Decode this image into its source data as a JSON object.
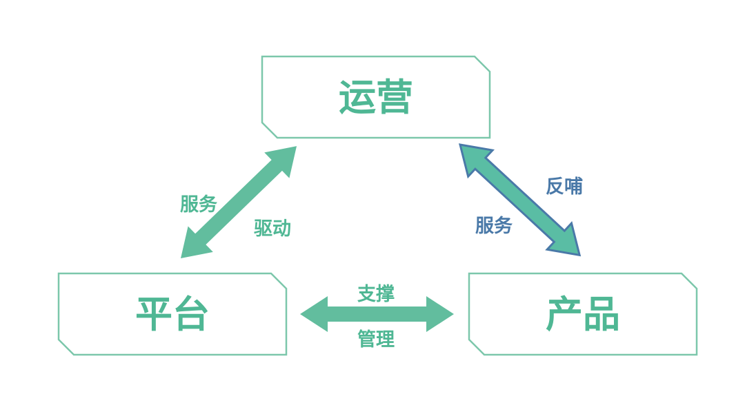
{
  "colors": {
    "background": "#ffffff",
    "box-border": "#7cc7ab",
    "text-green": "#4fb794",
    "label-green": "#4fb794",
    "arrow-green": "#62bd9e",
    "arrow-teal": "#5abda4",
    "arrow-blue-stroke": "#4a79a8",
    "label-blue": "#4a79a8"
  },
  "diagram": {
    "type": "triangle-relationship",
    "nodes": [
      {
        "id": "operations",
        "label": "运营"
      },
      {
        "id": "platform",
        "label": "平台"
      },
      {
        "id": "product",
        "label": "产品"
      }
    ],
    "edges": [
      {
        "id": "platform-operations",
        "between": [
          "平台",
          "运营"
        ],
        "style": "green-double-arrow",
        "labels": [
          "服务",
          "驱动"
        ]
      },
      {
        "id": "operations-product",
        "between": [
          "运营",
          "产品"
        ],
        "style": "teal-double-arrow-blue-outline",
        "labels": [
          "反哺",
          "服务"
        ]
      },
      {
        "id": "platform-product",
        "between": [
          "平台",
          "产品"
        ],
        "style": "green-double-arrow",
        "labels": [
          "支撑",
          "管理"
        ]
      }
    ]
  }
}
